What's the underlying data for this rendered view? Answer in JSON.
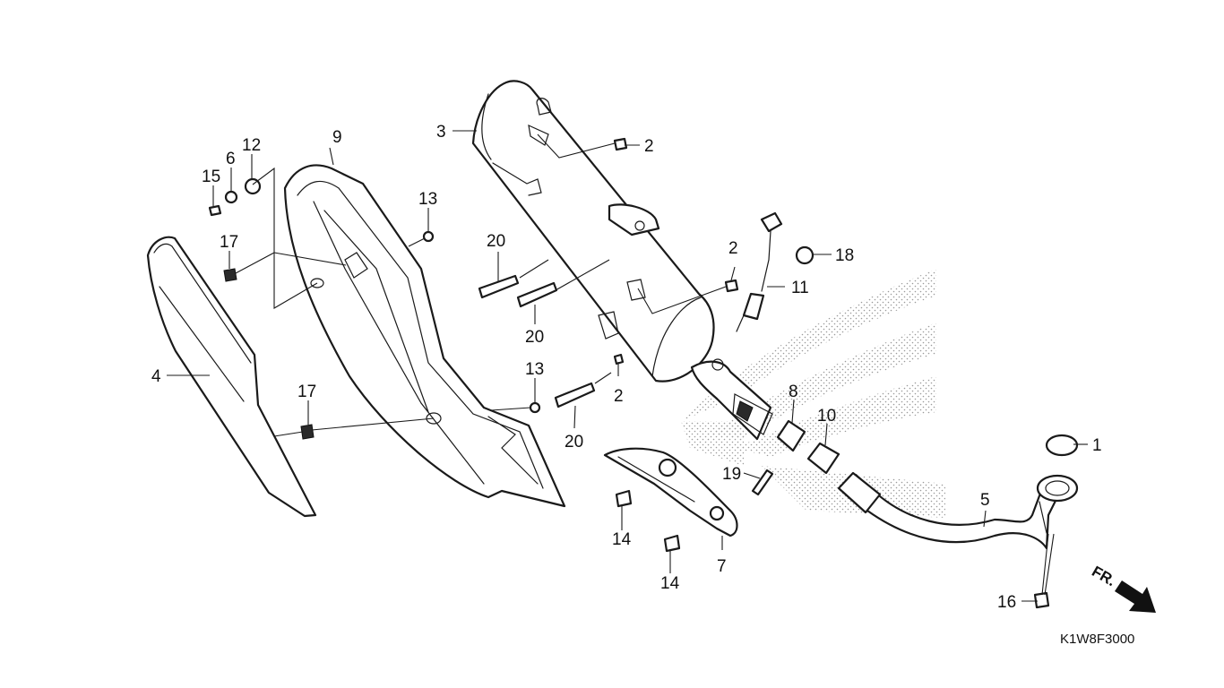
{
  "diagram_code": "K1W8F3000",
  "direction_label": "FR.",
  "callouts": [
    {
      "id": "c1",
      "text": "1"
    },
    {
      "id": "c2a",
      "text": "2"
    },
    {
      "id": "c2b",
      "text": "2"
    },
    {
      "id": "c2c",
      "text": "2"
    },
    {
      "id": "c3",
      "text": "3"
    },
    {
      "id": "c4",
      "text": "4"
    },
    {
      "id": "c5",
      "text": "5"
    },
    {
      "id": "c6",
      "text": "6"
    },
    {
      "id": "c7",
      "text": "7"
    },
    {
      "id": "c8",
      "text": "8"
    },
    {
      "id": "c9",
      "text": "9"
    },
    {
      "id": "c10",
      "text": "10"
    },
    {
      "id": "c11",
      "text": "11"
    },
    {
      "id": "c12",
      "text": "12"
    },
    {
      "id": "c13a",
      "text": "13"
    },
    {
      "id": "c13b",
      "text": "13"
    },
    {
      "id": "c14a",
      "text": "14"
    },
    {
      "id": "c14b",
      "text": "14"
    },
    {
      "id": "c15",
      "text": "15"
    },
    {
      "id": "c16",
      "text": "16"
    },
    {
      "id": "c17a",
      "text": "17"
    },
    {
      "id": "c17b",
      "text": "17"
    },
    {
      "id": "c18",
      "text": "18"
    },
    {
      "id": "c19",
      "text": "19"
    },
    {
      "id": "c20a",
      "text": "20"
    },
    {
      "id": "c20b",
      "text": "20"
    },
    {
      "id": "c20c",
      "text": "20"
    }
  ]
}
